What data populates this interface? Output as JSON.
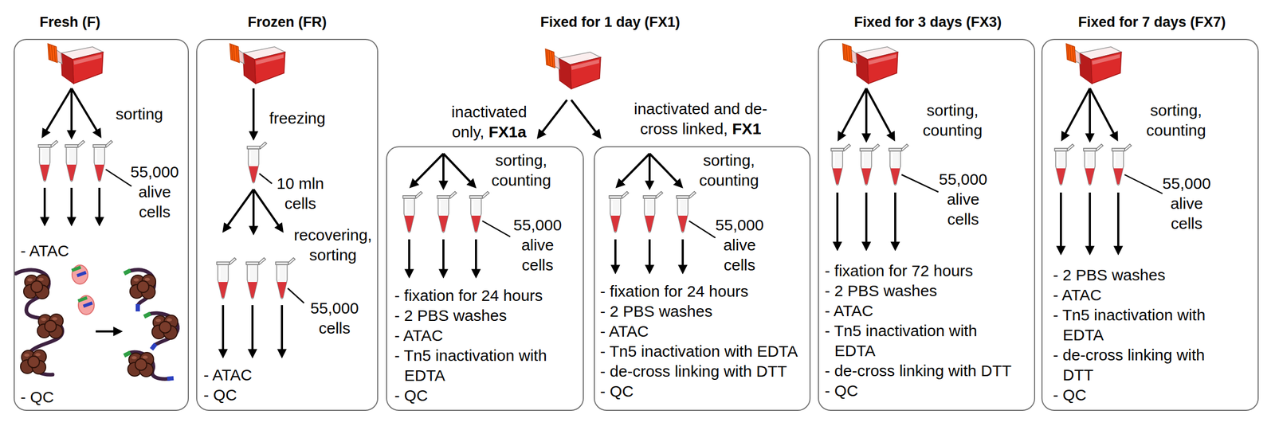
{
  "diagram": {
    "nodes": [
      {
        "text": [
          "Fresh (F)",
          "sorting",
          "55,000 alive cells",
          "- ATAC",
          "- QC"
        ]
      },
      {
        "text": [
          "Frozen (FR)",
          "freezing",
          "10 mln cells",
          "recovering, sorting",
          "55,000 cells",
          "- ATAC",
          "- QC"
        ]
      },
      {
        "text": [
          "inactivated only,",
          "FX1a",
          "sorting, counting",
          "55,000 alive cells",
          "- fixation for 24 hours",
          "- 2 PBS washes",
          "- ATAC",
          "- Tn5 inactivation with EDTA",
          "- QC"
        ]
      },
      {
        "text": [
          "inactivated and de-cross linked,",
          "FX1",
          "sorting, counting",
          "55,000 alive cells",
          "- fixation for 24 hours",
          "- 2 PBS washes",
          "- ATAC",
          "- Tn5 inactivation with EDTA",
          "- de-cross linking with DTT",
          "- QC"
        ]
      },
      {
        "text": [
          "Fixed for 3 days (FX3)",
          "sorting, counting",
          "55,000 alive cells",
          "- fixation for 72 hours",
          "- 2 PBS washes",
          "- ATAC",
          "- Tn5 inactivation with EDTA",
          "- de-cross linking with DTT",
          "- QC"
        ]
      },
      {
        "text": [
          "Fixed for 7 days (FX7)",
          "sorting, counting",
          "55,000 alive cells",
          "- 2 PBS washes",
          "- ATAC",
          "- Tn5 inactivation with EDTA",
          "- de-cross linking with DTT",
          "- QC"
        ]
      }
    ],
    "labels": [
      "Fixed for 1 day (FX1)"
    ]
  }
}
